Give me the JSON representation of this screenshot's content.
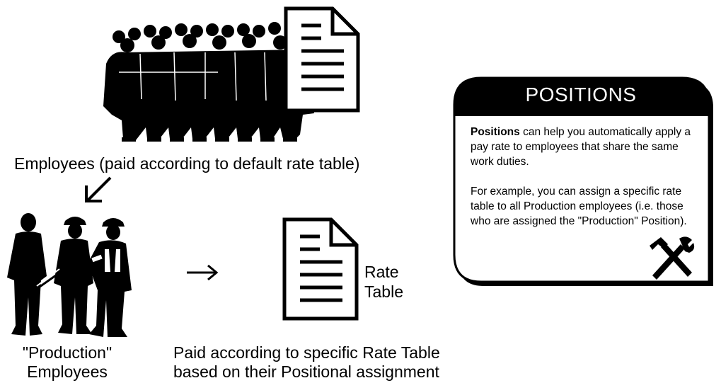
{
  "employees_caption": "Employees (paid according to default rate table)",
  "production_caption_line1": "\"Production\"",
  "production_caption_line2": "Employees",
  "rate_table_line1": "Rate",
  "rate_table_line2": "Table",
  "paid_caption_line1": "Paid according to specific Rate Table",
  "paid_caption_line2": "based on their Positional assignment",
  "positions_box": {
    "title": "POSITIONS",
    "para1_bold": "Positions",
    "para1_rest": " can help you automatically apply a pay rate to employees that share the same work duties.",
    "para2": "For example, you can assign a specific rate table to all Production employees (i.e. those who are assigned the \"Production\" Position)."
  },
  "icons": [
    "crowd-silhouette-icon",
    "document-icon",
    "arrow-down-left-icon",
    "workers-silhouette-icon",
    "arrow-right-icon",
    "hammer-wrench-icon"
  ]
}
